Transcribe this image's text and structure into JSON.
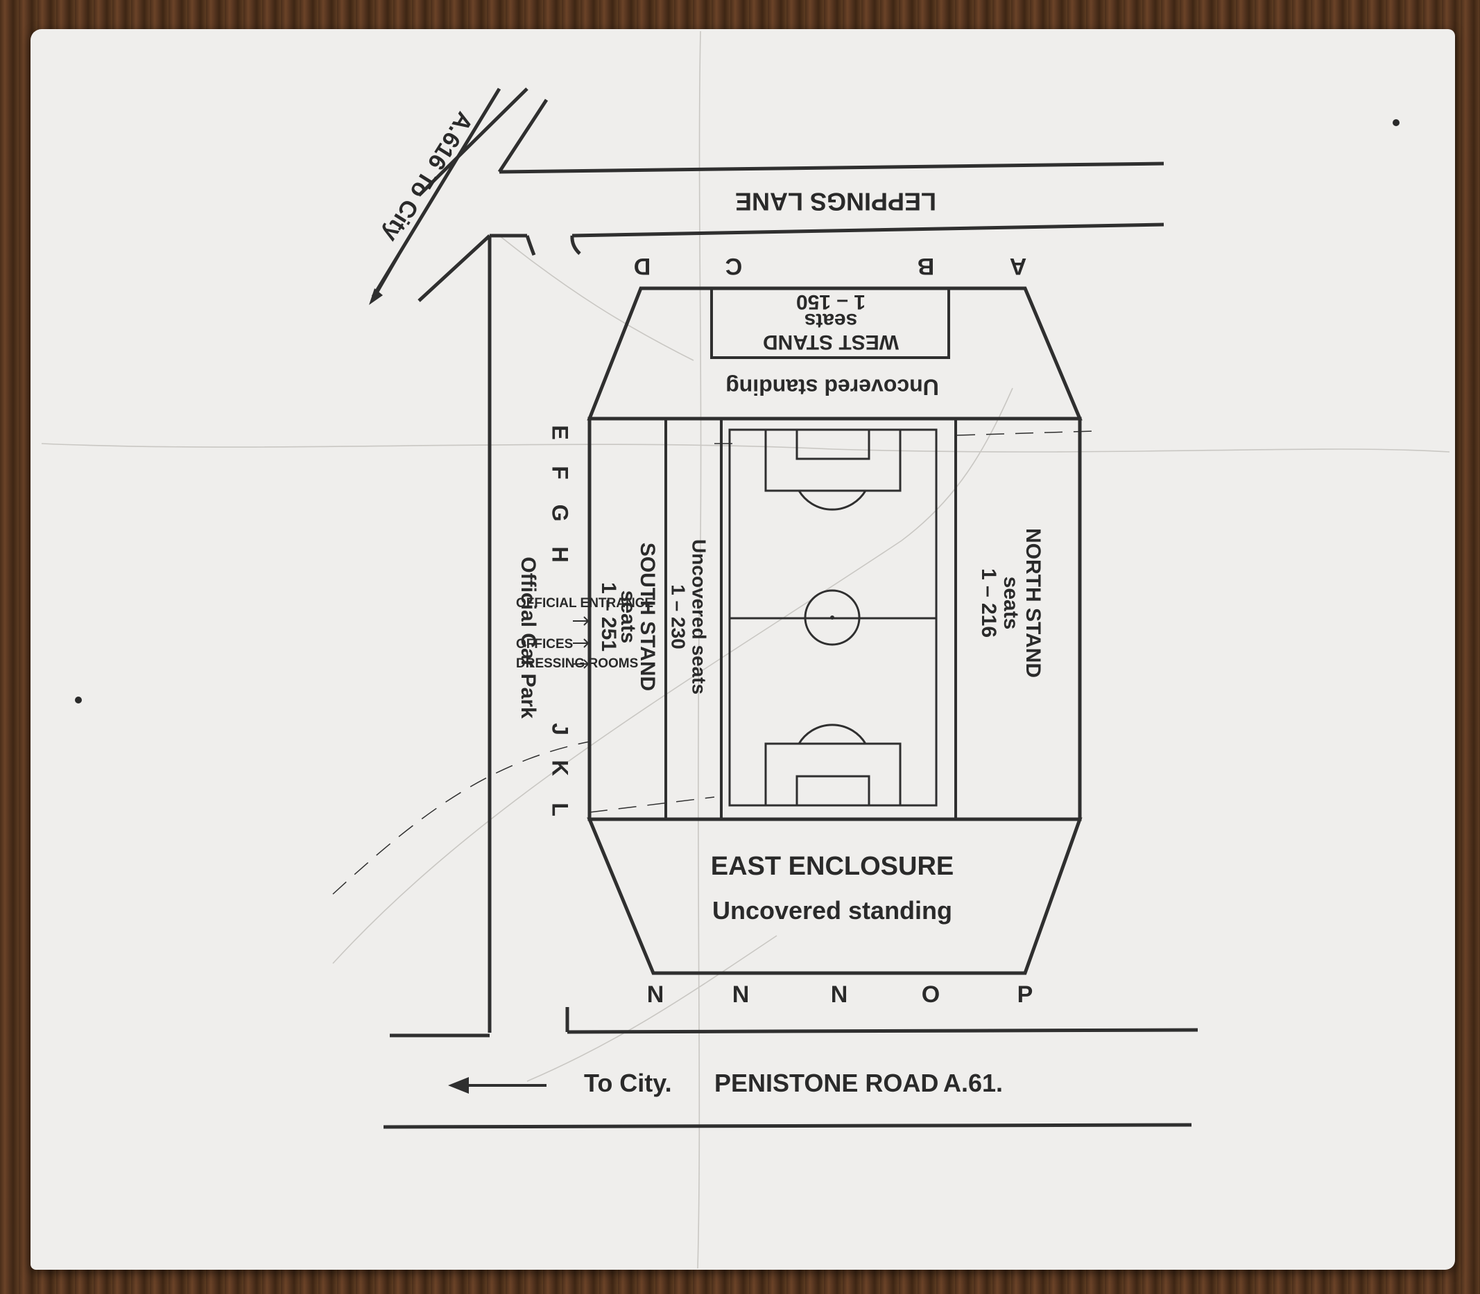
{
  "roads": {
    "leppings_lane": "LEPPINGS LANE",
    "a616": "A.616 To City",
    "to_city": "To City.",
    "penistone_road": "PENISTONE ROAD",
    "a61": "A.61."
  },
  "stands": {
    "west": {
      "name": "WEST STAND",
      "seats_label": "seats",
      "seats_range": "1 – 150",
      "standing": "Uncovered standing"
    },
    "north": {
      "name": "NORTH STAND",
      "seats_label": "seats",
      "seats_range": "1 – 216"
    },
    "south": {
      "name": "SOUTH STAND",
      "seats_label": "seats",
      "seats_range": "1 – 251"
    },
    "uncovered_seats": {
      "name": "Uncovered seats",
      "seats_range": "1 – 230"
    },
    "east": {
      "name": "EAST ENCLOSURE",
      "standing": "Uncovered standing"
    }
  },
  "gates": {
    "west": [
      "A",
      "B",
      "C",
      "D"
    ],
    "south": [
      "E",
      "F",
      "G",
      "H",
      "J",
      "K",
      "L"
    ],
    "east": [
      "N",
      "N",
      "N",
      "O",
      "P"
    ]
  },
  "facilities": {
    "entrance": "OFFICIAL ENTRANCE",
    "offices": "OFFICES",
    "dressing_rooms": "DRESSING ROOMS",
    "car_park": "Official Car Park"
  }
}
